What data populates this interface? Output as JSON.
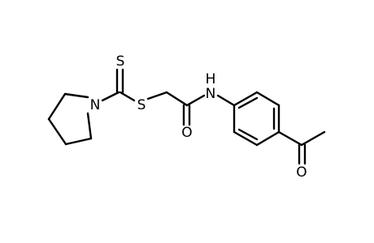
{
  "molecule": {
    "atoms": {
      "thione_s": "S",
      "ring_n": "N",
      "thioether_s": "S",
      "amide_o": "O",
      "amide_nh": "N",
      "amide_h": "H",
      "ketone_o": "O"
    }
  },
  "colors": {
    "bond": "#000000",
    "label": "#000000",
    "background": "#ffffff"
  }
}
